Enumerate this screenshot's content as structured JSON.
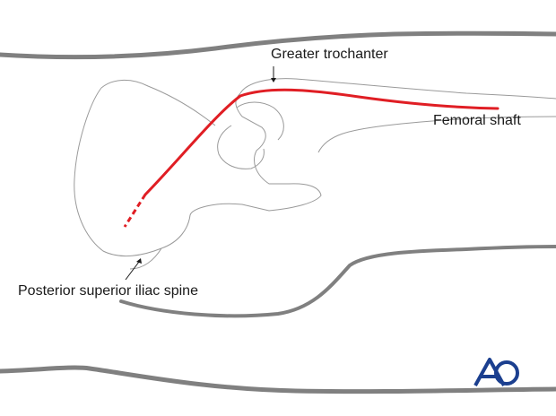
{
  "labels": {
    "greater_trochanter": "Greater trochanter",
    "femoral_shaft": "Femoral shaft",
    "posterior_superior_iliac_spine": "Posterior superior iliac spine"
  },
  "logo": {
    "text": "AO",
    "color": "#1b3f8f"
  },
  "colors": {
    "incision": "#e01e24",
    "body_outline": "#808080",
    "bone_outline": "#9a9a9a"
  }
}
